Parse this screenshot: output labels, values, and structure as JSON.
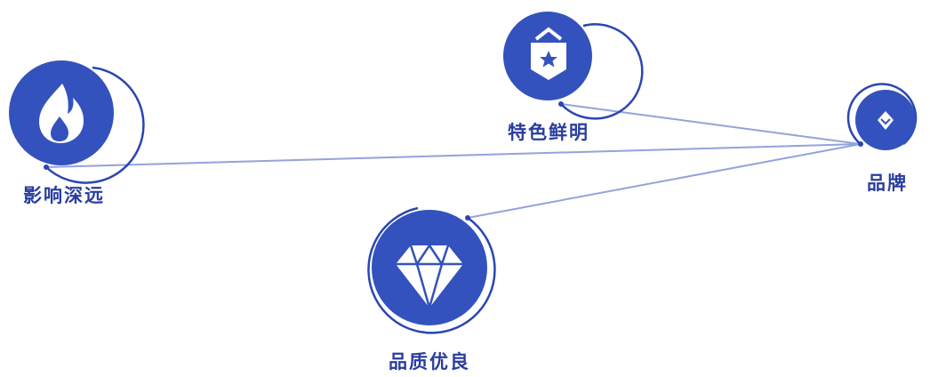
{
  "colors": {
    "node_fill": "#3452bd",
    "ring": "#2a46b3",
    "line": "#93a3dc",
    "label": "#2a3d9e"
  },
  "nodes": {
    "fire": {
      "label": "影响深远",
      "icon": "fire-icon"
    },
    "shield": {
      "label": "特色鲜明",
      "icon": "shield-star-icon"
    },
    "diamond": {
      "label": "品质优良",
      "icon": "diamond-icon"
    },
    "brand": {
      "label": "品牌",
      "icon": "heart-badge-icon"
    }
  }
}
